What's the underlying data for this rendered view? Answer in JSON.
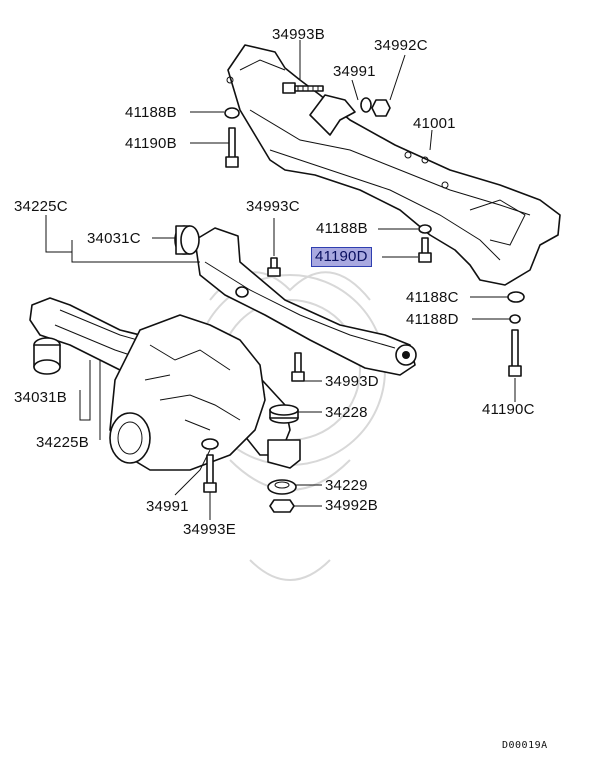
{
  "labels": {
    "p34993B": "34993B",
    "p34992C": "34992C",
    "p34991_top": "34991",
    "p41188B_top": "41188B",
    "p41190B": "41190B",
    "p41001": "41001",
    "p34225C": "34225C",
    "p34031C": "34031C",
    "p34993C": "34993C",
    "p41188B_mid": "41188B",
    "p41190D": "41190D",
    "p41188C": "41188C",
    "p41188D": "41188D",
    "p34993D": "34993D",
    "p34228": "34228",
    "p34031B": "34031B",
    "p34225B": "34225B",
    "p41190C": "41190C",
    "p34229": "34229",
    "p34992B": "34992B",
    "p34991_bot": "34991",
    "p34993E": "34993E"
  },
  "diagram_code": "D00019A",
  "highlight_color": "#a9a9e0"
}
